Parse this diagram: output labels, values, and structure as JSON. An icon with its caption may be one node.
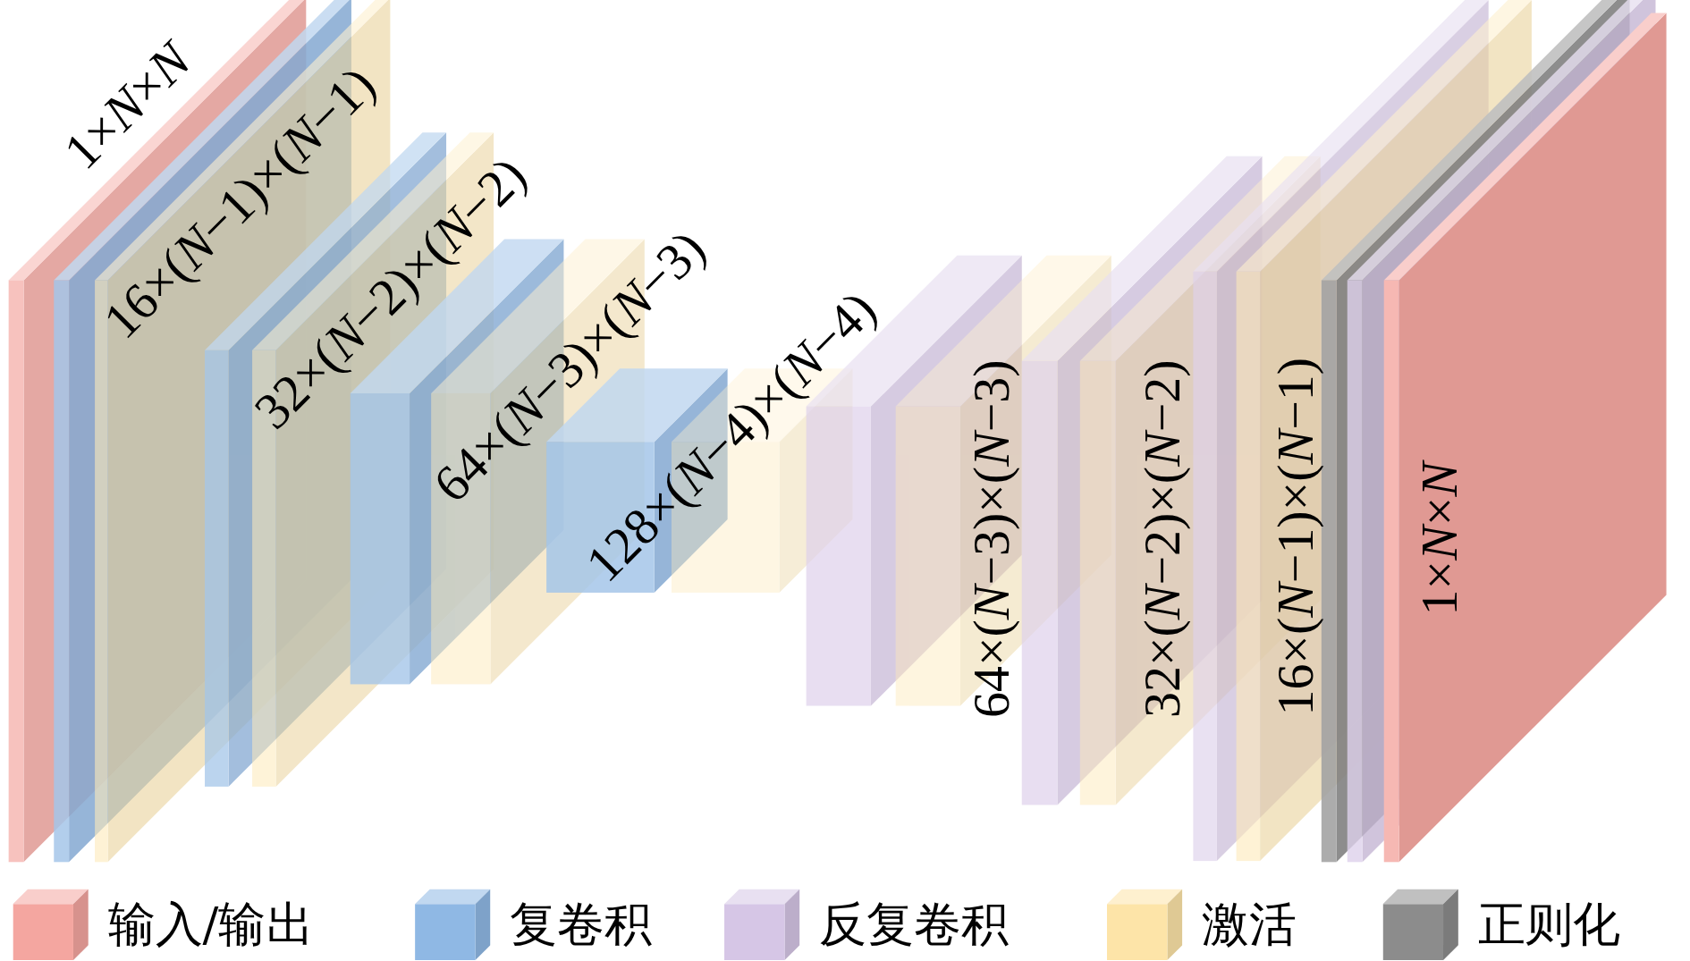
{
  "diagram": {
    "labels": [
      "1×*N*×*N*",
      "16×(*N*−1)×(*N*−1)",
      "32×(*N*−2)×(*N*−2)",
      "64×(*N*−3)×(*N*−3)",
      "128×(*N*−4)×(*N*−4)",
      "64×(*N*−3)×(*N*−3)",
      "32×(*N*−2)×(*N*−2)",
      "16×(*N*−1)×(*N*−1)",
      "1×*N*×*N*"
    ],
    "legend": [
      {
        "text": "输入/输出",
        "color": "#f4a6a0"
      },
      {
        "text": "复卷积",
        "color": "#8fb8e4"
      },
      {
        "text": "反复卷积",
        "color": "#d6c6e6"
      },
      {
        "text": "激活",
        "color": "#fde4a8"
      },
      {
        "text": "正则化",
        "color": "#8c8c8c"
      }
    ]
  }
}
